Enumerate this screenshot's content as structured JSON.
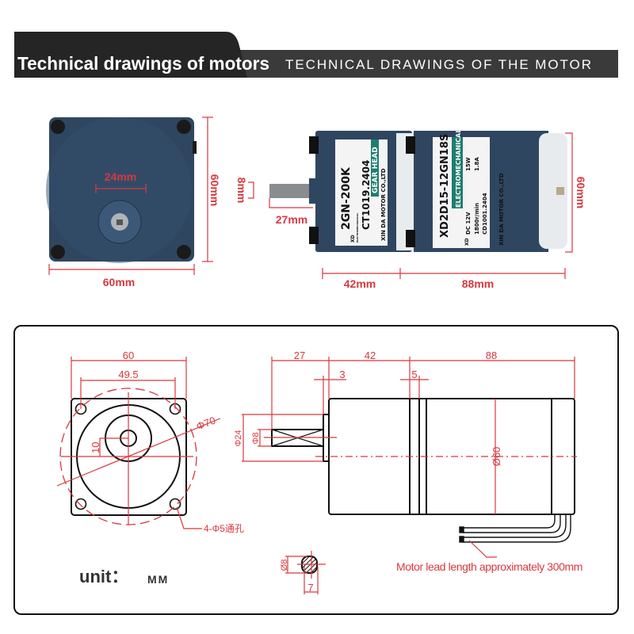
{
  "header": {
    "title": "Technical drawings of motors",
    "subtitle": "TECHNICAL DRAWINGS OF THE MOTOR"
  },
  "photos": {
    "front": {
      "width": "60mm",
      "height": "60mm",
      "boss": "24mm"
    },
    "side": {
      "shaft_dia": "8mm",
      "shaft_len": "27mm",
      "gear_len": "42mm",
      "motor_len": "88mm",
      "height": "60mm",
      "gear_label": {
        "model": "2GN-200K",
        "tag": "GEAR HEAD",
        "code": "CT1019.2404",
        "maker": "XIN DA MOTOR CO.,LTD",
        "brand": "XD",
        "brand_sub": "ELECTROMECHANICAL"
      },
      "motor_label": {
        "model": "XD2D15-12GN18S",
        "tag": "ELECTROMECHANICAL",
        "voltage": "DC 12V",
        "power": "15W",
        "speed": "1800r/min",
        "current": "1.8A",
        "code": "CD1001.2404",
        "maker": "XIN DA MOTOR CO.,LTD",
        "brand": "XD"
      }
    }
  },
  "drawing": {
    "front": {
      "width": "60",
      "hole_spacing": "49.5",
      "circle": "Φ70",
      "offset": "10",
      "holes": "4-Φ5通孔"
    },
    "side": {
      "shaft": "27",
      "gear": "42",
      "motor": "88",
      "flange": "3",
      "gap": "5",
      "flange_dia": "Φ24",
      "shaft_dia": "Φ8",
      "body_dia": "Ø60"
    },
    "section": {
      "dia": "Ø8",
      "flat": "7"
    },
    "lead_note": "Motor lead length approximately 300mm",
    "unit_label": "unit：",
    "unit_value": "MM"
  },
  "colors": {
    "dimension": "#d9383f",
    "motor_body": "#2f4660",
    "header_bg": "#333333"
  }
}
